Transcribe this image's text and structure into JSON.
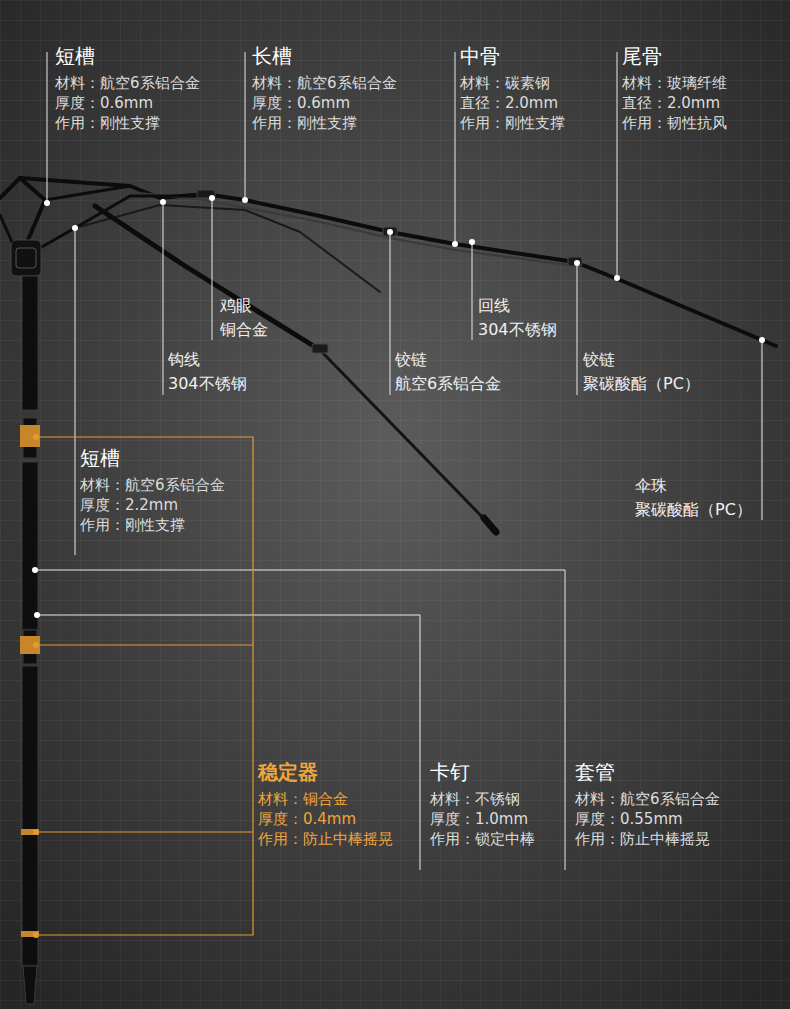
{
  "diagram": {
    "labels": [
      "短槽",
      "材料：航空6系铝合金",
      "厚度：0.6mm",
      "作用：刚性支撑",
      "长槽",
      "材料：航空6系铝合金",
      "厚度：0.6mm",
      "作用：刚性支撑",
      "中骨",
      "材料：碳素钢",
      "直径：2.0mm",
      "作用：刚性支撑",
      "尾骨",
      "材料：玻璃纤维",
      "直径：2.0mm",
      "作用：韧性抗风",
      "鸡眼",
      "铜合金",
      "回线",
      "304不锈钢",
      "钩线",
      "304不锈钢",
      "铰链",
      "航空6系铝合金",
      "铰链",
      "聚碳酸酯（PC）",
      "伞珠",
      "聚碳酸酯（PC）",
      "短槽",
      "材料：航空6系铝合金",
      "厚度：2.2mm",
      "作用：刚性支撑",
      "稳定器",
      "材料：铜合金",
      "厚度：0.4mm",
      "作用：防止中棒摇晃",
      "卡钉",
      "材料：不锈钢",
      "厚度：1.0mm",
      "作用：锁定中棒",
      "套管",
      "材料：航空6系铝合金",
      "厚度：0.55mm",
      "作用：防止中棒摇晃"
    ]
  }
}
